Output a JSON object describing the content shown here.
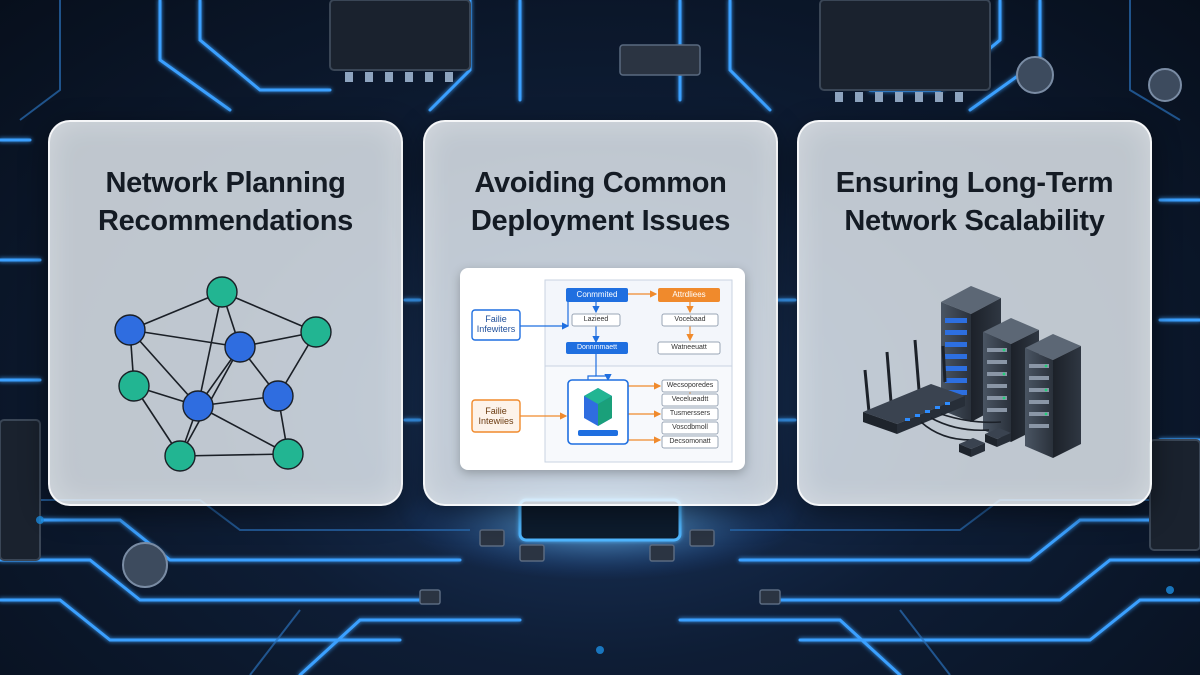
{
  "cards": [
    {
      "title_line1": "Network Planning",
      "title_line2": "Recommendations",
      "illustration": "network-graph-icon"
    },
    {
      "title_line1": "Avoiding Common",
      "title_line2": "Deployment Issues",
      "illustration": "flowchart-diagram",
      "flowchart": {
        "input_top": [
          "Failie",
          "Infewiters"
        ],
        "input_bottom": [
          "Failie",
          "Intewiies"
        ],
        "box_blue_top": "Conmmited",
        "box_orange_top": "Attrdliees",
        "box_mid_left": "Lazieed",
        "box_mid_right": "Vocebaad",
        "box_blue_mid": "Donnmmaett",
        "box_mid_right2": "Watneeuatt",
        "list_1": "Wecsoporedes",
        "list_2": "Vecelueadtt",
        "list_3": "Tusmerssers",
        "list_4": "Voscdbmoll",
        "list_5": "Decsomonatt"
      }
    },
    {
      "title_line1": "Ensuring Long-Term",
      "title_line2": "Network Scalability",
      "illustration": "server-rack-router-icon"
    }
  ],
  "colors": {
    "node_green": "#22b592",
    "node_blue": "#2f6de0",
    "flow_blue": "#1f6fe0",
    "flow_orange": "#f08a2c",
    "circuit_glow": "#3aa0ff"
  }
}
